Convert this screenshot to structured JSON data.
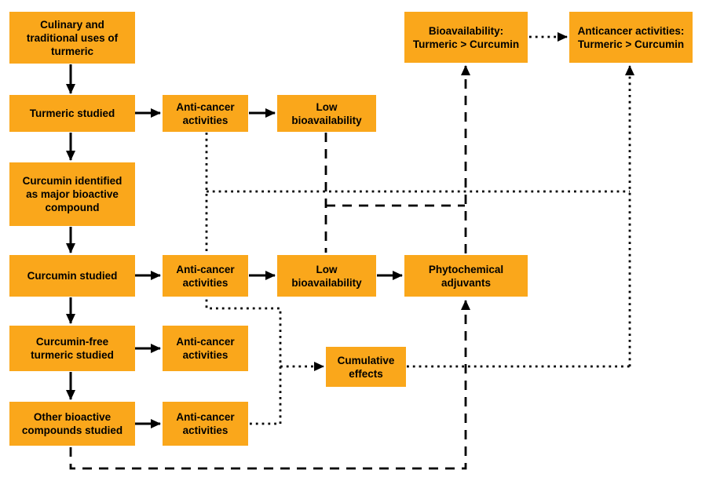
{
  "title": "Turmeric and curcumin anticancer research flow diagram",
  "colors": {
    "node_fill": "#FAA71B",
    "line": "#000000",
    "text": "#000000",
    "background": "#FFFFFF"
  },
  "nodes": {
    "culinary": {
      "label": "Culinary and\ntraditional uses of\nturmeric"
    },
    "bioavailability_compare": {
      "label": "Bioavailability:\nTurmeric > Curcumin"
    },
    "anticancer_compare": {
      "label": "Anticancer activities:\nTurmeric > Curcumin"
    },
    "turmeric_studied": {
      "label": "Turmeric studied"
    },
    "anticancer_turmeric": {
      "label": "Anti-cancer\nactivities"
    },
    "low_bio_turmeric": {
      "label": "Low\nbioavailability"
    },
    "curcumin_identified": {
      "label": "Curcumin identified\nas major bioactive\ncompound"
    },
    "curcumin_studied": {
      "label": "Curcumin studied"
    },
    "anticancer_curcumin": {
      "label": "Anti-cancer\nactivities"
    },
    "low_bio_curcumin": {
      "label": "Low\nbioavailability"
    },
    "phytochemical_adjuvants": {
      "label": "Phytochemical\nadjuvants"
    },
    "curcumin_free": {
      "label": "Curcumin-free\nturmeric studied"
    },
    "anticancer_curcumin_free": {
      "label": "Anti-cancer\nactivities"
    },
    "cumulative_effects": {
      "label": "Cumulative\neffects"
    },
    "other_bioactive": {
      "label": "Other bioactive\ncompounds studied"
    },
    "anticancer_other": {
      "label": "Anti-cancer\nactivities"
    }
  },
  "edges": [
    {
      "from": "culinary",
      "to": "turmeric_studied",
      "style": "solid-arrow"
    },
    {
      "from": "turmeric_studied",
      "to": "anticancer_turmeric",
      "style": "solid-arrow"
    },
    {
      "from": "anticancer_turmeric",
      "to": "low_bio_turmeric",
      "style": "solid-arrow"
    },
    {
      "from": "turmeric_studied",
      "to": "curcumin_identified",
      "style": "solid-arrow"
    },
    {
      "from": "curcumin_identified",
      "to": "curcumin_studied",
      "style": "solid-arrow"
    },
    {
      "from": "curcumin_studied",
      "to": "anticancer_curcumin",
      "style": "solid-arrow"
    },
    {
      "from": "anticancer_curcumin",
      "to": "low_bio_curcumin",
      "style": "solid-arrow"
    },
    {
      "from": "low_bio_curcumin",
      "to": "phytochemical_adjuvants",
      "style": "solid-arrow"
    },
    {
      "from": "curcumin_studied",
      "to": "curcumin_free",
      "style": "solid-arrow"
    },
    {
      "from": "curcumin_free",
      "to": "anticancer_curcumin_free",
      "style": "solid-arrow"
    },
    {
      "from": "curcumin_free",
      "to": "other_bioactive",
      "style": "solid-arrow"
    },
    {
      "from": "other_bioactive",
      "to": "anticancer_other",
      "style": "solid-arrow"
    },
    {
      "from": "bioavailability_compare",
      "to": "anticancer_compare",
      "style": "dotted-arrow"
    },
    {
      "from": "anticancer_turmeric",
      "to": "anticancer_curcumin",
      "style": "dotted"
    },
    {
      "from": "anticancer_turmeric",
      "to": "anticancer_compare",
      "style": "dotted-arrow"
    },
    {
      "from": "anticancer_curcumin",
      "to": "cumulative_effects",
      "style": "dotted-arrow"
    },
    {
      "from": "anticancer_other",
      "to": "cumulative_effects",
      "style": "dotted-arrow"
    },
    {
      "from": "cumulative_effects",
      "to": "anticancer_compare",
      "style": "dotted-arrow"
    },
    {
      "from": "low_bio_turmeric",
      "to": "low_bio_curcumin",
      "style": "dashed"
    },
    {
      "from": "low_bio_turmeric",
      "to": "bioavailability_compare",
      "style": "dashed-arrow"
    },
    {
      "from": "phytochemical_adjuvants",
      "to": "bioavailability_compare",
      "style": "dashed-arrow"
    },
    {
      "from": "other_bioactive",
      "to": "phytochemical_adjuvants",
      "style": "dashed-arrow"
    }
  ]
}
